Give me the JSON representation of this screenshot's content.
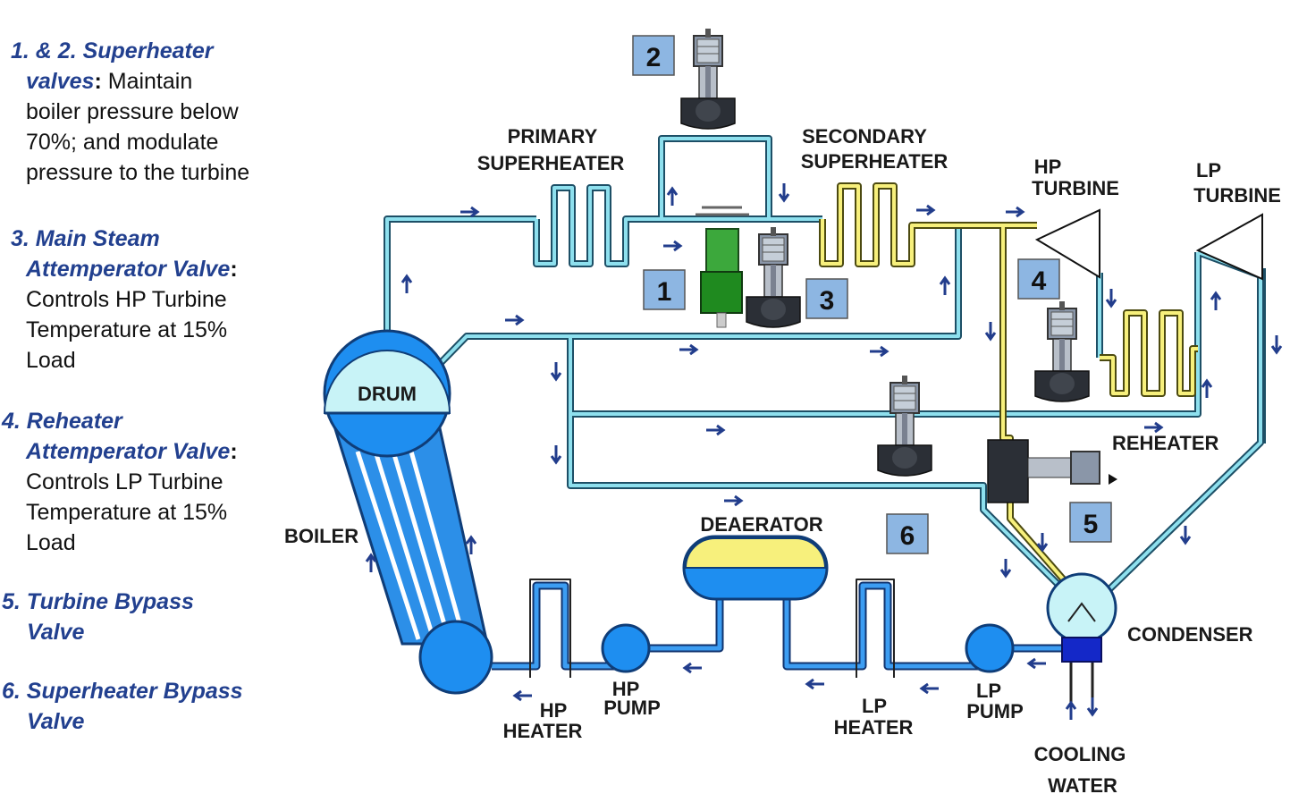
{
  "legend": [
    {
      "head1": "1. & 2. Superheater",
      "head2": "valves",
      "sep": ":",
      "body": [
        "Maintain",
        "boiler pressure below",
        "70%; and modulate",
        "pressure to the turbine"
      ]
    },
    {
      "head1": "3. Main Steam",
      "head2": "Attemperator Valve",
      "sep": ":",
      "body": [
        "Controls HP Turbine",
        "Temperature at 15%",
        "Load"
      ]
    },
    {
      "head1": "4. Reheater",
      "head2": "Attemperator Valve",
      "sep": ":",
      "body": [
        "Controls LP Turbine",
        "Temperature at 15%",
        "Load"
      ]
    },
    {
      "head1": "5. Turbine Bypass",
      "head2": "Valve"
    },
    {
      "head1": "6. Superheater Bypass",
      "head2": "Valve"
    }
  ],
  "labels": {
    "primary_superheater": [
      "PRIMARY",
      "SUPERHEATER"
    ],
    "secondary_superheater": [
      "SECONDARY",
      "SUPERHEATER"
    ],
    "hp_turbine": [
      "HP",
      "TURBINE"
    ],
    "lp_turbine": [
      "LP",
      "TURBINE"
    ],
    "drum": "DRUM",
    "boiler": "BOILER",
    "reheater": "REHEATER",
    "deaerator": "DEAERATOR",
    "condenser": "CONDENSER",
    "hp_heater": [
      "HP",
      "HEATER"
    ],
    "hp_pump": [
      "HP",
      "PUMP"
    ],
    "lp_heater": [
      "LP",
      "HEATER"
    ],
    "lp_pump": [
      "LP",
      "PUMP"
    ],
    "cooling_water": [
      "COOLING",
      "WATER"
    ]
  },
  "valve_numbers": [
    "1",
    "2",
    "3",
    "4",
    "5",
    "6"
  ],
  "colors": {
    "steam_pipe": "#7fd8e8",
    "pipe_outline": "#1d4f66",
    "superheated_pipe": "#f6f07a",
    "water_blue": "#1e8ef0",
    "drum_top": "#c8f3f7",
    "badge_fill": "#8db6e2",
    "legend_heading": "#22408f"
  }
}
